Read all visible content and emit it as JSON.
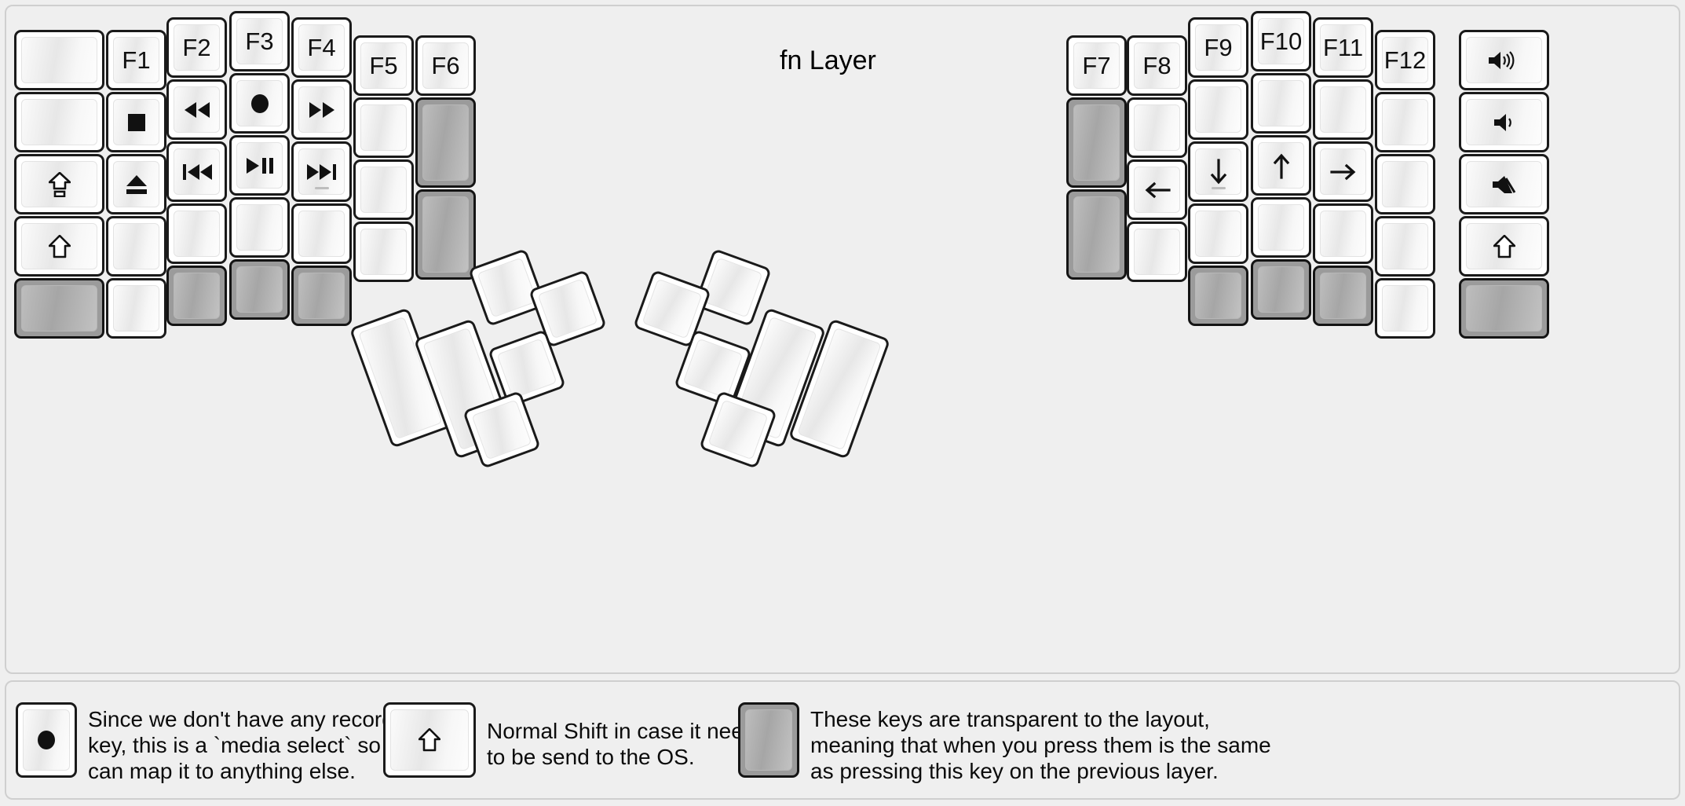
{
  "title": "fn Layer",
  "colors": {
    "background": "#efefef",
    "key_face": "#ffffff",
    "key_border": "#1a1a1a",
    "transparent_key": "#9b9b9b",
    "text": "#111111"
  },
  "left_half": {
    "columns": [
      {
        "name": "pinky-outer",
        "keys": [
          {
            "label": "",
            "icon": "",
            "type": "normal"
          },
          {
            "label": "",
            "icon": "",
            "type": "normal"
          },
          {
            "label": "",
            "icon": "caps-lock-icon",
            "type": "normal"
          },
          {
            "label": "",
            "icon": "shift-icon",
            "type": "normal"
          },
          {
            "label": "",
            "icon": "",
            "type": "transparent"
          }
        ]
      },
      {
        "name": "pinky",
        "keys": [
          {
            "label": "F1",
            "icon": "",
            "type": "normal"
          },
          {
            "label": "",
            "icon": "media-stop-icon",
            "type": "normal"
          },
          {
            "label": "",
            "icon": "eject-icon",
            "type": "normal"
          },
          {
            "label": "",
            "icon": "",
            "type": "normal"
          },
          {
            "label": "",
            "icon": "",
            "type": "normal"
          }
        ]
      },
      {
        "name": "ring",
        "keys": [
          {
            "label": "F2",
            "icon": "",
            "type": "normal"
          },
          {
            "label": "",
            "icon": "rewind-icon",
            "type": "normal"
          },
          {
            "label": "",
            "icon": "previous-track-icon",
            "type": "normal"
          },
          {
            "label": "",
            "icon": "",
            "type": "normal"
          },
          {
            "label": "",
            "icon": "",
            "type": "transparent"
          }
        ]
      },
      {
        "name": "middle",
        "keys": [
          {
            "label": "F3",
            "icon": "",
            "type": "normal"
          },
          {
            "label": "",
            "icon": "record-icon",
            "type": "normal"
          },
          {
            "label": "",
            "icon": "play-pause-icon",
            "type": "normal"
          },
          {
            "label": "",
            "icon": "",
            "type": "normal"
          },
          {
            "label": "",
            "icon": "",
            "type": "transparent"
          }
        ]
      },
      {
        "name": "index",
        "keys": [
          {
            "label": "F4",
            "icon": "",
            "type": "normal"
          },
          {
            "label": "",
            "icon": "fast-forward-icon",
            "type": "normal"
          },
          {
            "label": "",
            "icon": "next-track-icon",
            "type": "normal",
            "homing_bar": true
          },
          {
            "label": "",
            "icon": "",
            "type": "normal"
          },
          {
            "label": "",
            "icon": "",
            "type": "transparent"
          }
        ]
      },
      {
        "name": "index-inner",
        "keys": [
          {
            "label": "F5",
            "icon": "",
            "type": "normal"
          },
          {
            "label": "",
            "icon": "",
            "type": "normal"
          },
          {
            "label": "",
            "icon": "",
            "type": "normal"
          },
          {
            "label": "",
            "icon": "",
            "type": "normal"
          }
        ]
      },
      {
        "name": "inner-extra",
        "keys": [
          {
            "label": "F6",
            "icon": "",
            "type": "normal"
          },
          {
            "label": "",
            "icon": "",
            "type": "transparent"
          },
          {
            "label": "",
            "icon": "",
            "type": "transparent"
          }
        ]
      }
    ],
    "thumb_cluster": [
      {
        "name": "thumb-big-1",
        "type": "normal"
      },
      {
        "name": "thumb-big-2",
        "type": "normal"
      },
      {
        "name": "thumb-small-top",
        "type": "normal"
      },
      {
        "name": "thumb-small-right",
        "type": "normal"
      },
      {
        "name": "thumb-small-mid",
        "type": "normal"
      },
      {
        "name": "thumb-small-bottom",
        "type": "normal"
      }
    ]
  },
  "right_half": {
    "columns": [
      {
        "name": "inner-extra",
        "keys": [
          {
            "label": "F7",
            "icon": "",
            "type": "normal"
          },
          {
            "label": "",
            "icon": "",
            "type": "transparent"
          },
          {
            "label": "",
            "icon": "",
            "type": "transparent"
          }
        ]
      },
      {
        "name": "index-inner",
        "keys": [
          {
            "label": "F8",
            "icon": "",
            "type": "normal"
          },
          {
            "label": "",
            "icon": "",
            "type": "normal"
          },
          {
            "label": "",
            "icon": "arrow-left-icon",
            "type": "normal"
          },
          {
            "label": "",
            "icon": "",
            "type": "normal"
          }
        ]
      },
      {
        "name": "index",
        "keys": [
          {
            "label": "F9",
            "icon": "",
            "type": "normal"
          },
          {
            "label": "",
            "icon": "",
            "type": "normal"
          },
          {
            "label": "",
            "icon": "arrow-down-icon",
            "type": "normal",
            "homing_bar": true
          },
          {
            "label": "",
            "icon": "",
            "type": "normal"
          },
          {
            "label": "",
            "icon": "",
            "type": "transparent"
          }
        ]
      },
      {
        "name": "middle",
        "keys": [
          {
            "label": "F10",
            "icon": "",
            "type": "normal"
          },
          {
            "label": "",
            "icon": "",
            "type": "normal"
          },
          {
            "label": "",
            "icon": "arrow-up-icon",
            "type": "normal"
          },
          {
            "label": "",
            "icon": "",
            "type": "normal"
          },
          {
            "label": "",
            "icon": "",
            "type": "transparent"
          }
        ]
      },
      {
        "name": "ring",
        "keys": [
          {
            "label": "F11",
            "icon": "",
            "type": "normal"
          },
          {
            "label": "",
            "icon": "",
            "type": "normal"
          },
          {
            "label": "",
            "icon": "arrow-right-icon",
            "type": "normal"
          },
          {
            "label": "",
            "icon": "",
            "type": "normal"
          },
          {
            "label": "",
            "icon": "",
            "type": "transparent"
          }
        ]
      },
      {
        "name": "pinky",
        "keys": [
          {
            "label": "F12",
            "icon": "",
            "type": "normal"
          },
          {
            "label": "",
            "icon": "",
            "type": "normal"
          },
          {
            "label": "",
            "icon": "",
            "type": "normal"
          },
          {
            "label": "",
            "icon": "",
            "type": "normal"
          },
          {
            "label": "",
            "icon": "",
            "type": "normal"
          }
        ]
      },
      {
        "name": "pinky-outer",
        "keys": [
          {
            "label": "",
            "icon": "volume-up-icon",
            "type": "normal"
          },
          {
            "label": "",
            "icon": "volume-down-icon",
            "type": "normal"
          },
          {
            "label": "",
            "icon": "volume-mute-icon",
            "type": "normal"
          },
          {
            "label": "",
            "icon": "shift-icon",
            "type": "normal"
          },
          {
            "label": "",
            "icon": "",
            "type": "transparent"
          }
        ]
      }
    ],
    "thumb_cluster": [
      {
        "name": "thumb-big-1",
        "type": "normal"
      },
      {
        "name": "thumb-big-2",
        "type": "normal"
      },
      {
        "name": "thumb-small-top",
        "type": "normal"
      },
      {
        "name": "thumb-small-left",
        "type": "normal"
      },
      {
        "name": "thumb-small-mid",
        "type": "normal"
      },
      {
        "name": "thumb-small-bottom",
        "type": "normal"
      }
    ]
  },
  "legend_items": [
    {
      "key_icon": "record-icon",
      "key_type": "normal",
      "text": "Since we don't have any recording\nkey, this is a `media select` so user\ncan map it to anything else."
    },
    {
      "key_icon": "shift-icon",
      "key_type": "normal",
      "text": "Normal Shift in case it needs\nto be send to the OS."
    },
    {
      "key_icon": "",
      "key_type": "transparent",
      "text": "These keys are transparent to the layout,\nmeaning that when you press them is the same\nas pressing this key on the previous layer."
    }
  ]
}
